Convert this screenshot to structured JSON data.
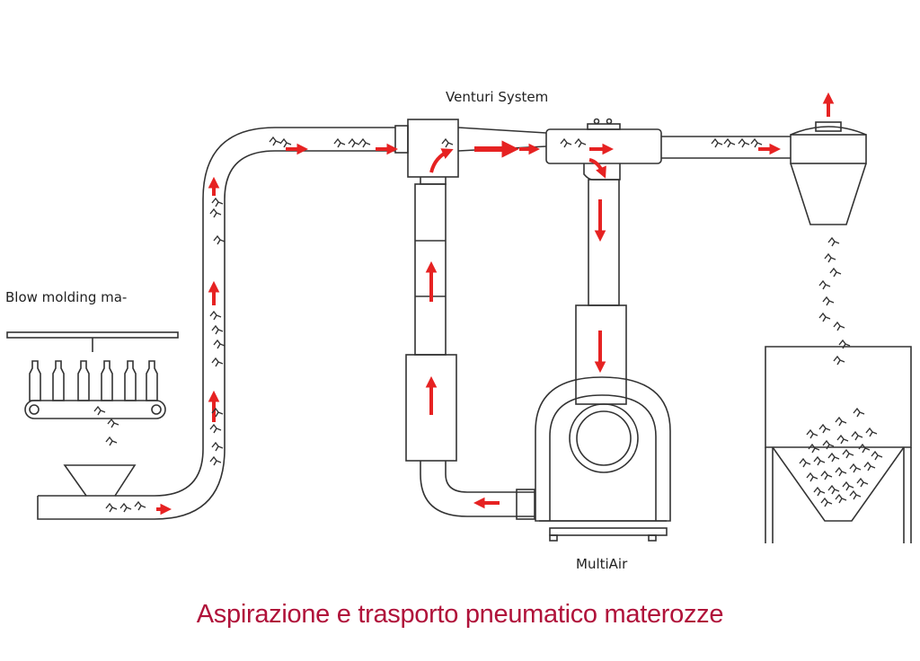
{
  "labels": {
    "venturi": "Venturi System",
    "blow_molding": "Blow molding ma-",
    "multiair": "MultiAir"
  },
  "caption": "Aspirazione e trasporto pneumatico materozze",
  "colors": {
    "line": "#333333",
    "arrow": "#e62222",
    "caption": "#b0123a",
    "background": "#ffffff"
  },
  "icons": [
    "flow-arrow",
    "material-piece",
    "bottle"
  ]
}
